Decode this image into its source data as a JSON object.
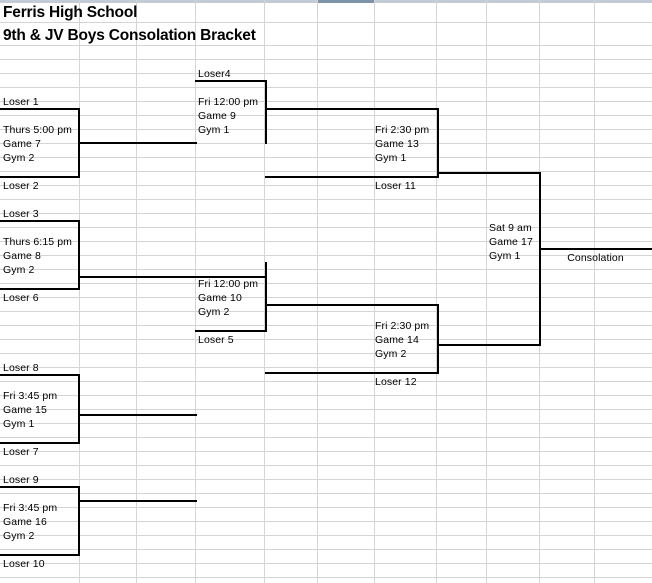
{
  "header": {
    "title_line1": "Ferris High School",
    "title_line2": "9th & JV Boys Consolation Bracket"
  },
  "bracket": {
    "round1": [
      {
        "top_seed": "Loser 1",
        "day_time": "Thurs 5:00 pm",
        "game": "Game 7",
        "gym": "Gym 2",
        "bottom_seed": "Loser 2"
      },
      {
        "top_seed": "Loser 3",
        "day_time": "Thurs 6:15 pm",
        "game": "Game 8",
        "gym": "Gym 2",
        "bottom_seed": "Loser 6"
      },
      {
        "top_seed": "Loser 8",
        "day_time": "Fri 3:45 pm",
        "game": "Game 15",
        "gym": "Gym 1",
        "bottom_seed": "Loser 7"
      },
      {
        "top_seed": "Loser 9",
        "day_time": "Fri 3:45 pm",
        "game": "Game 16",
        "gym": "Gym 2",
        "bottom_seed": "Loser 10"
      }
    ],
    "round2": [
      {
        "top_seed": "Loser4",
        "day_time": "Fri 12:00 pm",
        "game": "Game 9",
        "gym": "Gym 1",
        "bottom_seed": ""
      },
      {
        "top_seed": "",
        "day_time": "Fri 12:00 pm",
        "game": "Game 10",
        "gym": "Gym 2",
        "bottom_seed": "Loser 5"
      }
    ],
    "round3": [
      {
        "day_time": "Fri 2:30 pm",
        "game": "Game 13",
        "gym": "Gym 1",
        "bottom_seed": "Loser 11"
      },
      {
        "day_time": "Fri 2:30 pm",
        "game": "Game 14",
        "gym": "Gym 2",
        "bottom_seed": "Loser 12"
      }
    ],
    "final": {
      "day_time": "Sat 9 am",
      "game": "Game 17",
      "gym": "Gym 1"
    },
    "result": {
      "label": "Consolation"
    }
  },
  "colors": {
    "gridline": "#d4d4d4",
    "bracket_line": "#000000",
    "text": "#000000",
    "header_strip": "#c3ccd4",
    "header_strip_selected": "#7d93a8"
  }
}
